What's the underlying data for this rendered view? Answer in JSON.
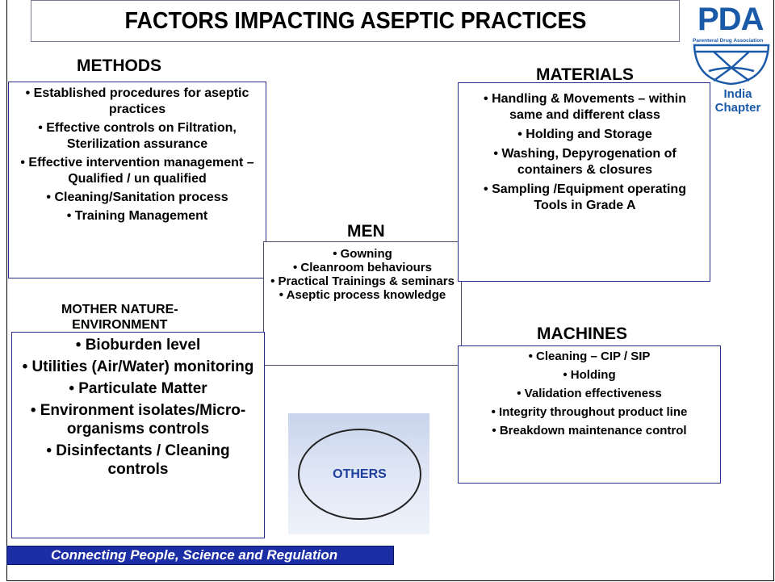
{
  "title": "FACTORS IMPACTING ASEPTIC PRACTICES",
  "logo": {
    "brand": "PDA",
    "subtitle": "Parenteral Drug Association",
    "chapter_line1": "India",
    "chapter_line2": "Chapter",
    "color": "#1a5aa8"
  },
  "methods": {
    "heading": "METHODS",
    "items": [
      "• Established procedures for aseptic practices",
      "• Effective controls on Filtration, Sterilization assurance",
      "• Effective intervention management – Qualified / un qualified",
      "• Cleaning/Sanitation process",
      "• Training Management"
    ]
  },
  "materials": {
    "heading": "MATERIALS",
    "items": [
      "•     Handling & Movements – within same and different class",
      "•     Holding and Storage",
      "•     Washing, Depyrogenation of containers & closures",
      "•     Sampling /Equipment operating Tools in Grade A"
    ]
  },
  "men": {
    "heading": "MEN",
    "items": [
      "• Gowning",
      "• Cleanroom behaviours",
      "• Practical Trainings & seminars",
      "• Aseptic process knowledge"
    ]
  },
  "mother_nature": {
    "heading_line1": "MOTHER NATURE-",
    "heading_line2": "ENVIRONMENT",
    "items": [
      "• Bioburden level",
      "• Utilities (Air/Water) monitoring",
      "• Particulate Matter",
      "• Environment isolates/Micro-organisms controls",
      "• Disinfectants / Cleaning controls"
    ]
  },
  "machines": {
    "heading": "MACHINES",
    "items": [
      "• Cleaning – CIP / SIP",
      "• Holding",
      "• Validation effectiveness",
      "• Integrity throughout product line",
      "• Breakdown maintenance control"
    ]
  },
  "others": {
    "label": "OTHERS",
    "color": "#1f3f9f"
  },
  "tagline": "Connecting People, Science and Regulation",
  "colors": {
    "tagline_bg": "#1c2ea6",
    "box_border": "#2a2a8a"
  }
}
